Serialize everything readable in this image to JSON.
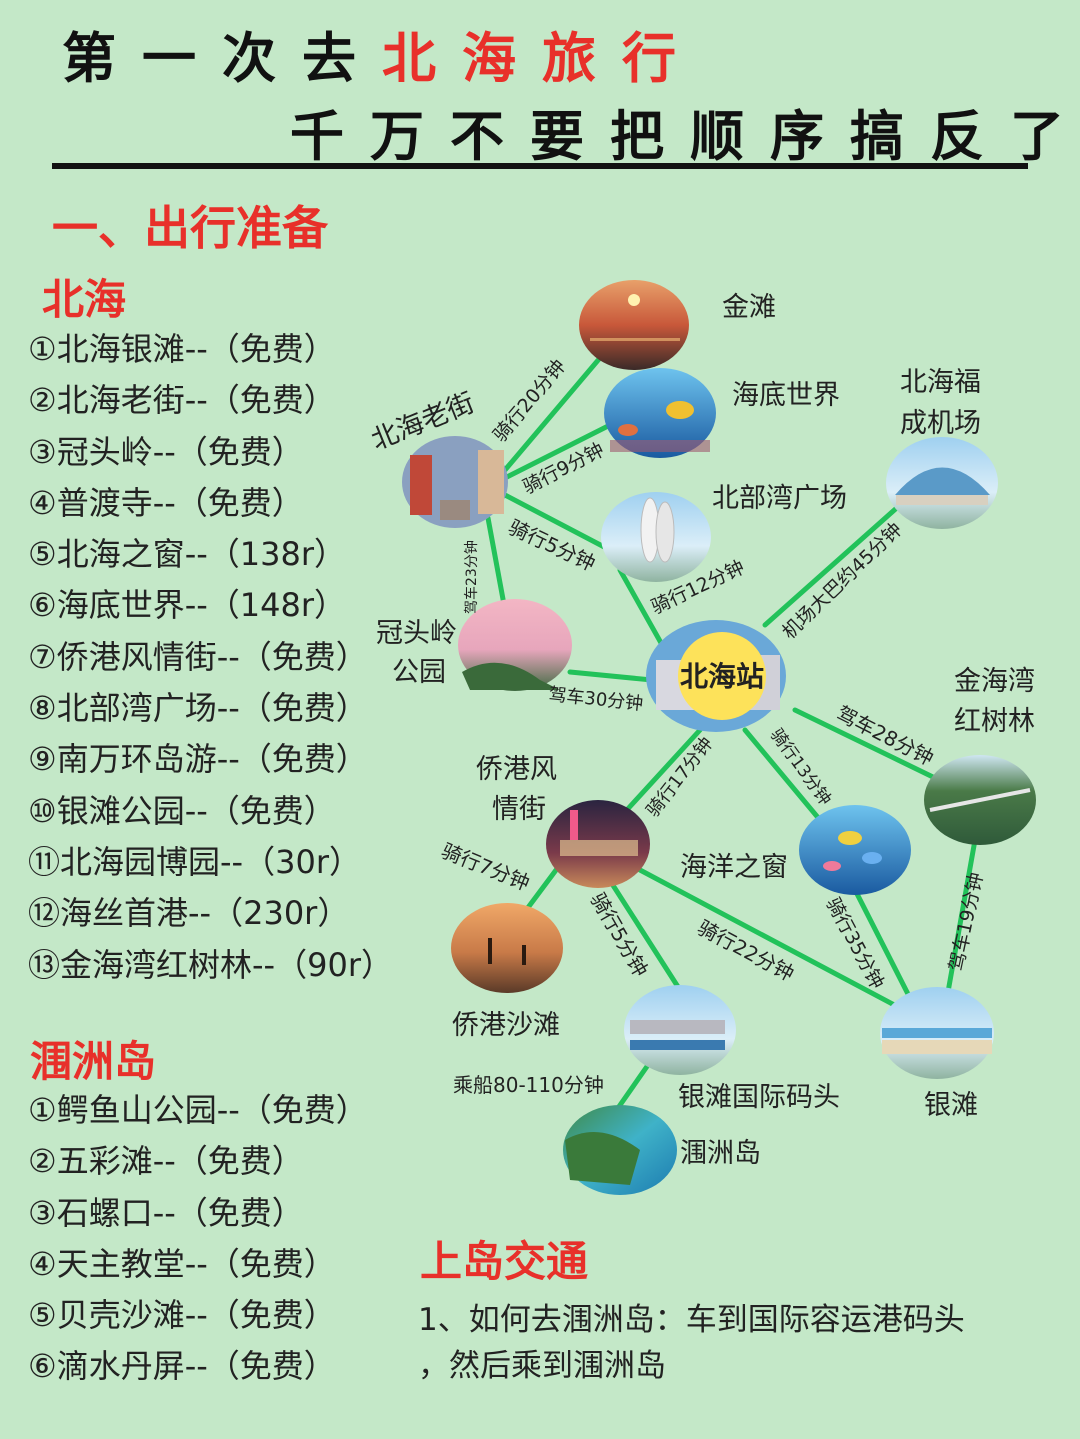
{
  "header": {
    "title_line1_black": "第一次去",
    "title_line1_red": "北海旅行",
    "title_line2": "千万不要把顺序搞反了"
  },
  "section_title": "一、出行准备",
  "beihai": {
    "heading": "北海",
    "items": [
      "①北海银滩--（免费）",
      "②北海老街--（免费）",
      "③冠头岭--（免费）",
      "④普渡寺--（免费）",
      "⑤北海之窗--（138r）",
      "⑥海底世界--（148r）",
      "⑦侨港风情街--（免费）",
      "⑧北部湾广场--（免费）",
      "⑨南万环岛游--（免费）",
      "⑩银滩公园--（免费）",
      "⑪北海园博园--（30r）",
      "⑫海丝首港--（230r）",
      "⑬金海湾红树林--（90r）"
    ]
  },
  "weizhou": {
    "heading": "涠洲岛",
    "items": [
      "①鳄鱼山公园--（免费）",
      "②五彩滩--（免费）",
      "③石螺口--（免费）",
      "④天主教堂--（免费）",
      "⑤贝壳沙滩--（免费）",
      "⑥滴水丹屏--（免费）"
    ]
  },
  "map": {
    "hub": "北海站",
    "places": {
      "jintan": "金滩",
      "haidi": "海底世界",
      "airport_1": "北海福",
      "airport_2": "成机场",
      "laojie": "北海老街",
      "beibuwan": "北部湾广场",
      "guantou_1": "冠头岭",
      "guantou_2": "公园",
      "jinhaiwan_1": "金海湾",
      "jinhaiwan_2": "红树林",
      "qiaogang_1": "侨港风",
      "qiaogang_2": "情街",
      "haiyang": "海洋之窗",
      "qiaogang_beach": "侨港沙滩",
      "yintan_pier": "银滩国际码头",
      "yintan": "银滩",
      "weizhou": "涠洲岛"
    },
    "routes": {
      "laojie_jintan": "骑行20分钟",
      "laojie_haidi": "骑行9分钟",
      "laojie_beibuwan": "骑行5分钟",
      "laojie_guantou": "驾车23分钟",
      "beibuwan_hub": "骑行12分钟",
      "hub_airport": "机场大巴约45分钟",
      "guantou_hub": "驾车30分钟",
      "hub_jinhaiwan": "驾车28分钟",
      "hub_qiaogang": "骑行17分钟",
      "hub_haiyang": "骑行13分钟",
      "qiaogang_beach": "骑行7分钟",
      "qiaogang_pier": "骑行5分钟",
      "qiaogang_yintan": "骑行22分钟",
      "haiyang_yintan": "骑行35分钟",
      "jinhaiwan_yintan": "驾车19分钟",
      "pier_weizhou": "乘船80-110分钟"
    },
    "line_color": "#22c25a"
  },
  "transport": {
    "heading": "上岛交通",
    "line1": "1、如何去涠洲岛：车到国际容运港码头",
    "line2": "，然后乘到涠洲岛"
  }
}
